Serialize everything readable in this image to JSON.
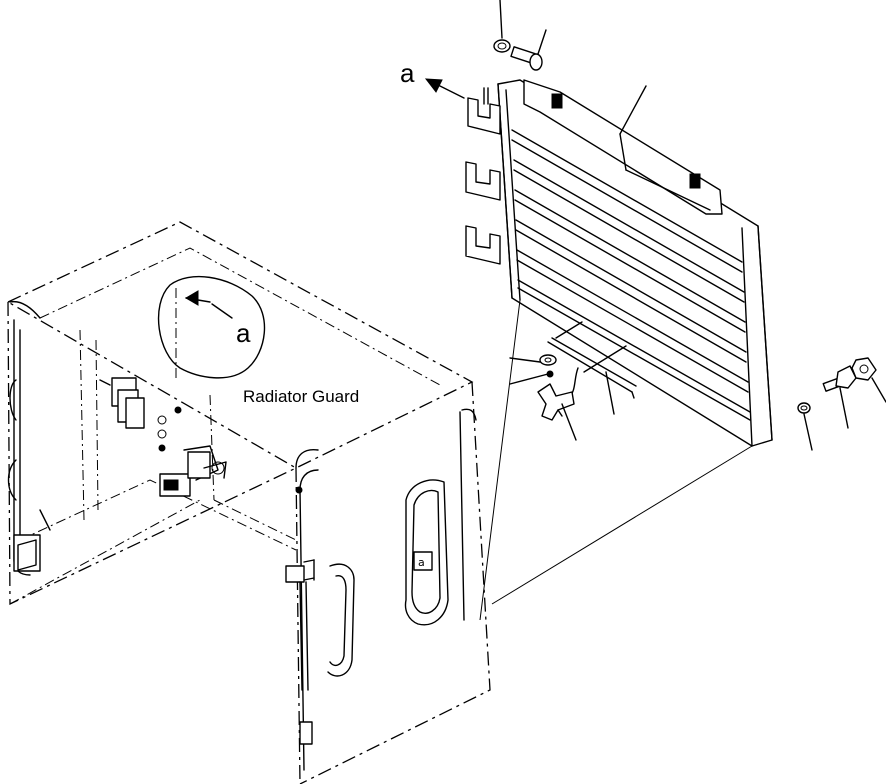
{
  "diagram": {
    "title": "Radiator Guard",
    "view_marker": "a",
    "view_marker_callout": "a",
    "door_plate_letter": "a"
  }
}
